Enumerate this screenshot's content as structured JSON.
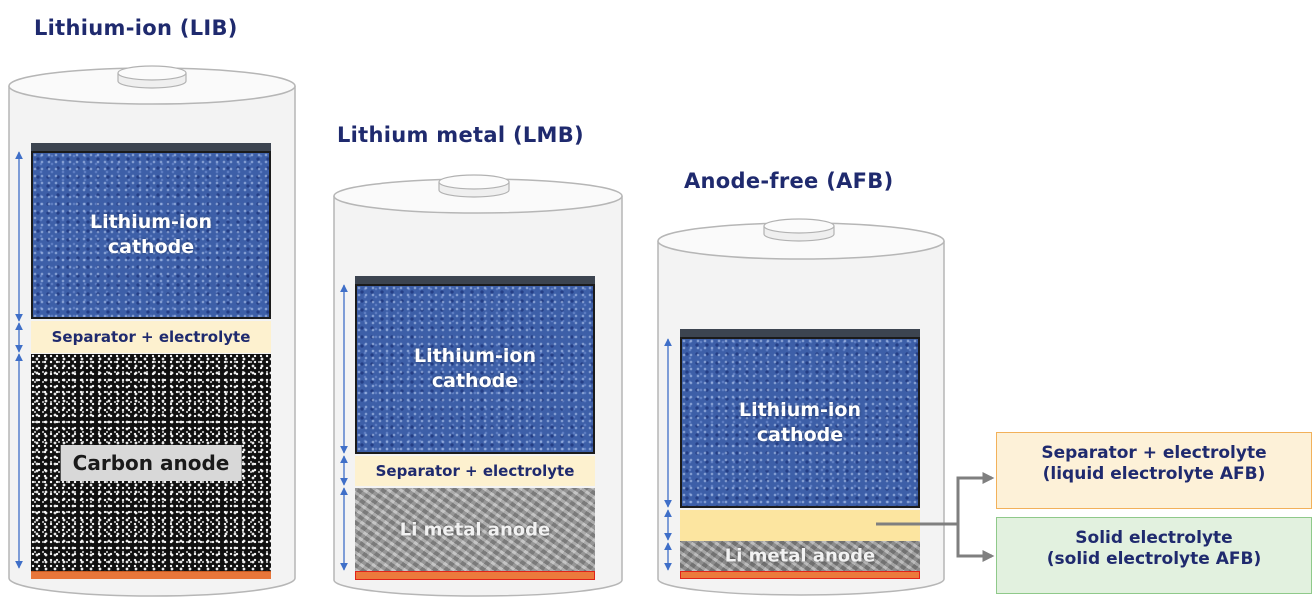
{
  "titles": {
    "lib": "Lithium-ion (LIB)",
    "lmb": "Lithium metal (LMB)",
    "afb": "Anode-free (AFB)"
  },
  "lib_cell": {
    "cathode": [
      "Lithium-ion",
      "cathode"
    ],
    "separator": "Separator + electrolyte",
    "anode": "Carbon anode"
  },
  "lmb_cell": {
    "cathode": [
      "Lithium-ion",
      "cathode"
    ],
    "separator": "Separator + electrolyte",
    "anode": "Li metal anode"
  },
  "afb_cell": {
    "cathode": [
      "Lithium-ion",
      "cathode"
    ],
    "anode": "Li metal anode"
  },
  "callouts": {
    "liquid": [
      "Separator + electrolyte",
      "(liquid electrolyte AFB)"
    ],
    "solid": [
      "Solid electrolyte",
      "(solid electrolyte AFB)"
    ]
  },
  "colors": {
    "title": "#1f2a6e",
    "cathode": "#3d5fa8",
    "separator": "#fdf1cf",
    "copper_foil": "#e8763a",
    "dimension_arrows": "#3f6fc8",
    "connector_arrow": "#7f7f7f",
    "liquid_callout_border": "#f2b15a",
    "solid_callout_border": "#8fc98a"
  }
}
